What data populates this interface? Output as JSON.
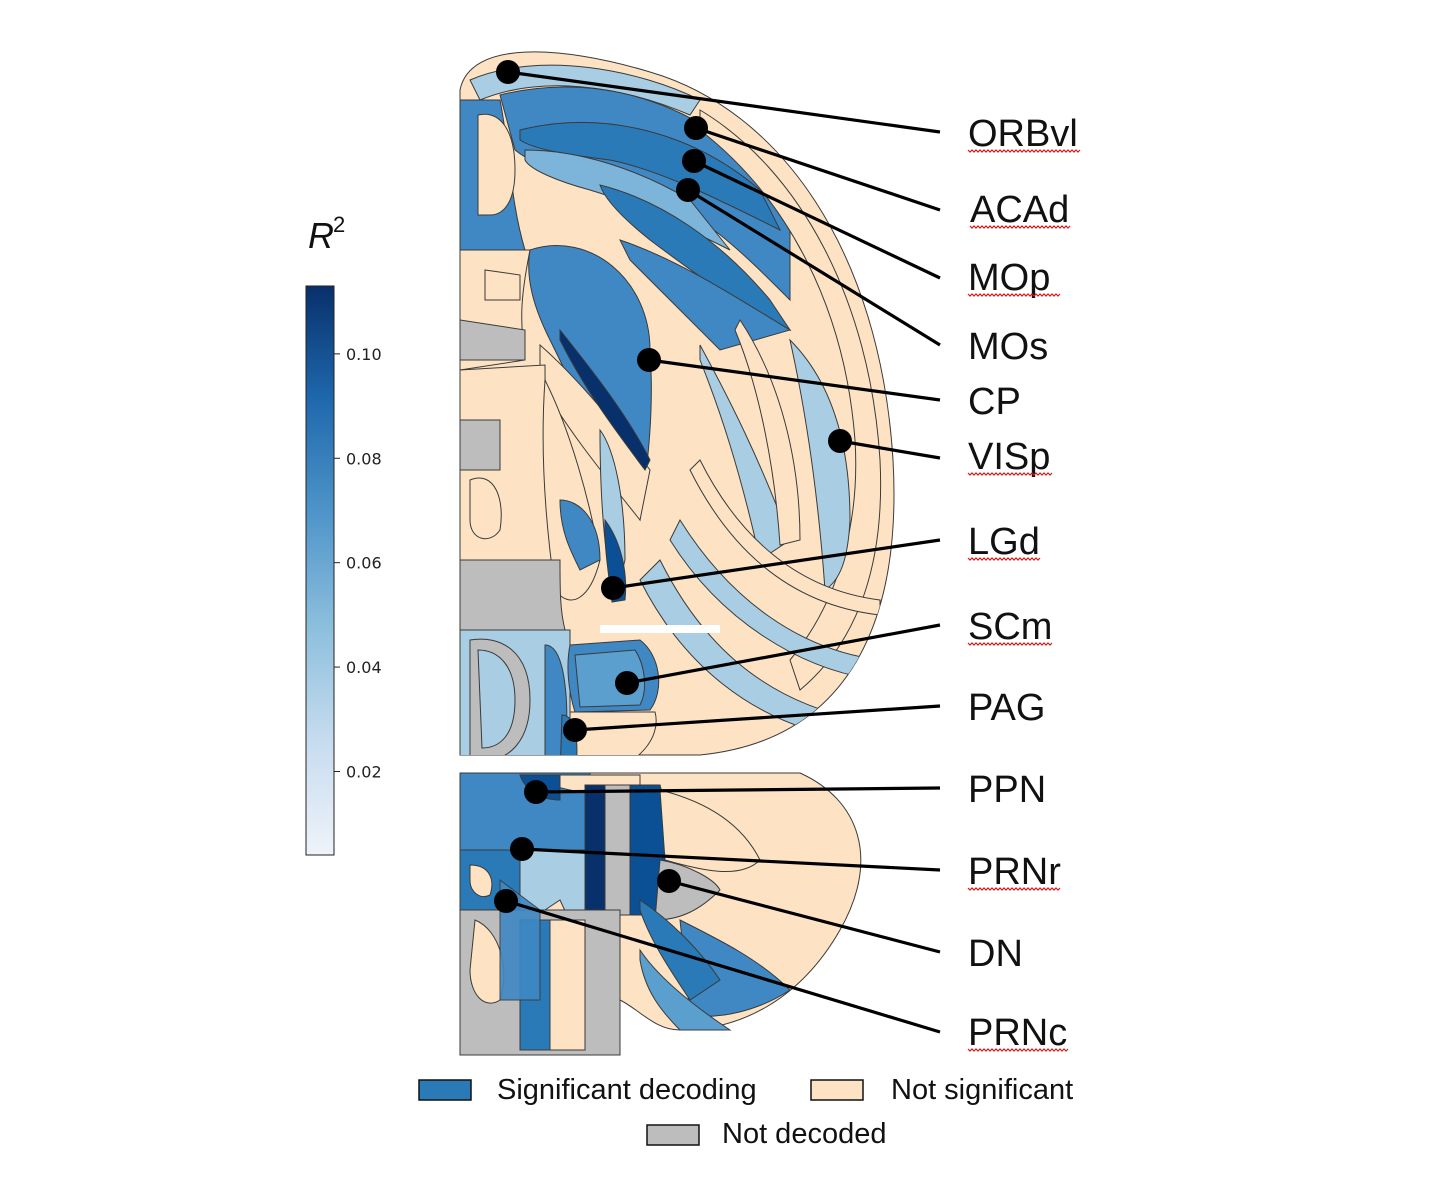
{
  "colorbar": {
    "title": "R",
    "title_superscript": "2",
    "ticks": [
      "0.10",
      "0.08",
      "0.06",
      "0.04",
      "0.02"
    ],
    "tick_values": [
      0.1,
      0.08,
      0.06,
      0.04,
      0.02
    ],
    "range": [
      0.004,
      0.113
    ]
  },
  "regions": [
    {
      "label": "ORBvl",
      "spellcheck_underline": true
    },
    {
      "label": "ACAd",
      "spellcheck_underline": true
    },
    {
      "label": "MOp",
      "spellcheck_underline": true
    },
    {
      "label": "MOs",
      "spellcheck_underline": false
    },
    {
      "label": "CP",
      "spellcheck_underline": false
    },
    {
      "label": "VISp",
      "spellcheck_underline": true
    },
    {
      "label": "LGd",
      "spellcheck_underline": true
    },
    {
      "label": "SCm",
      "spellcheck_underline": true
    },
    {
      "label": "PAG",
      "spellcheck_underline": false
    },
    {
      "label": "PPN",
      "spellcheck_underline": false
    },
    {
      "label": "PRNr",
      "spellcheck_underline": true
    },
    {
      "label": "DN",
      "spellcheck_underline": false
    },
    {
      "label": "PRNc",
      "spellcheck_underline": true
    }
  ],
  "legend": [
    {
      "label": "Significant decoding",
      "color": "#2a7ab8"
    },
    {
      "label": "Not significant",
      "color": "#fde3c4"
    },
    {
      "label": "Not decoded",
      "color": "#bdbdbd"
    }
  ],
  "colors": {
    "not_significant": "#fde3c4",
    "not_decoded": "#bdbdbd",
    "outline": "#3a3a3a",
    "colormap": [
      "#e8eff8",
      "#a9cde3",
      "#5b9fcf",
      "#2a7ab8",
      "#0b4f94",
      "#08306b"
    ]
  }
}
